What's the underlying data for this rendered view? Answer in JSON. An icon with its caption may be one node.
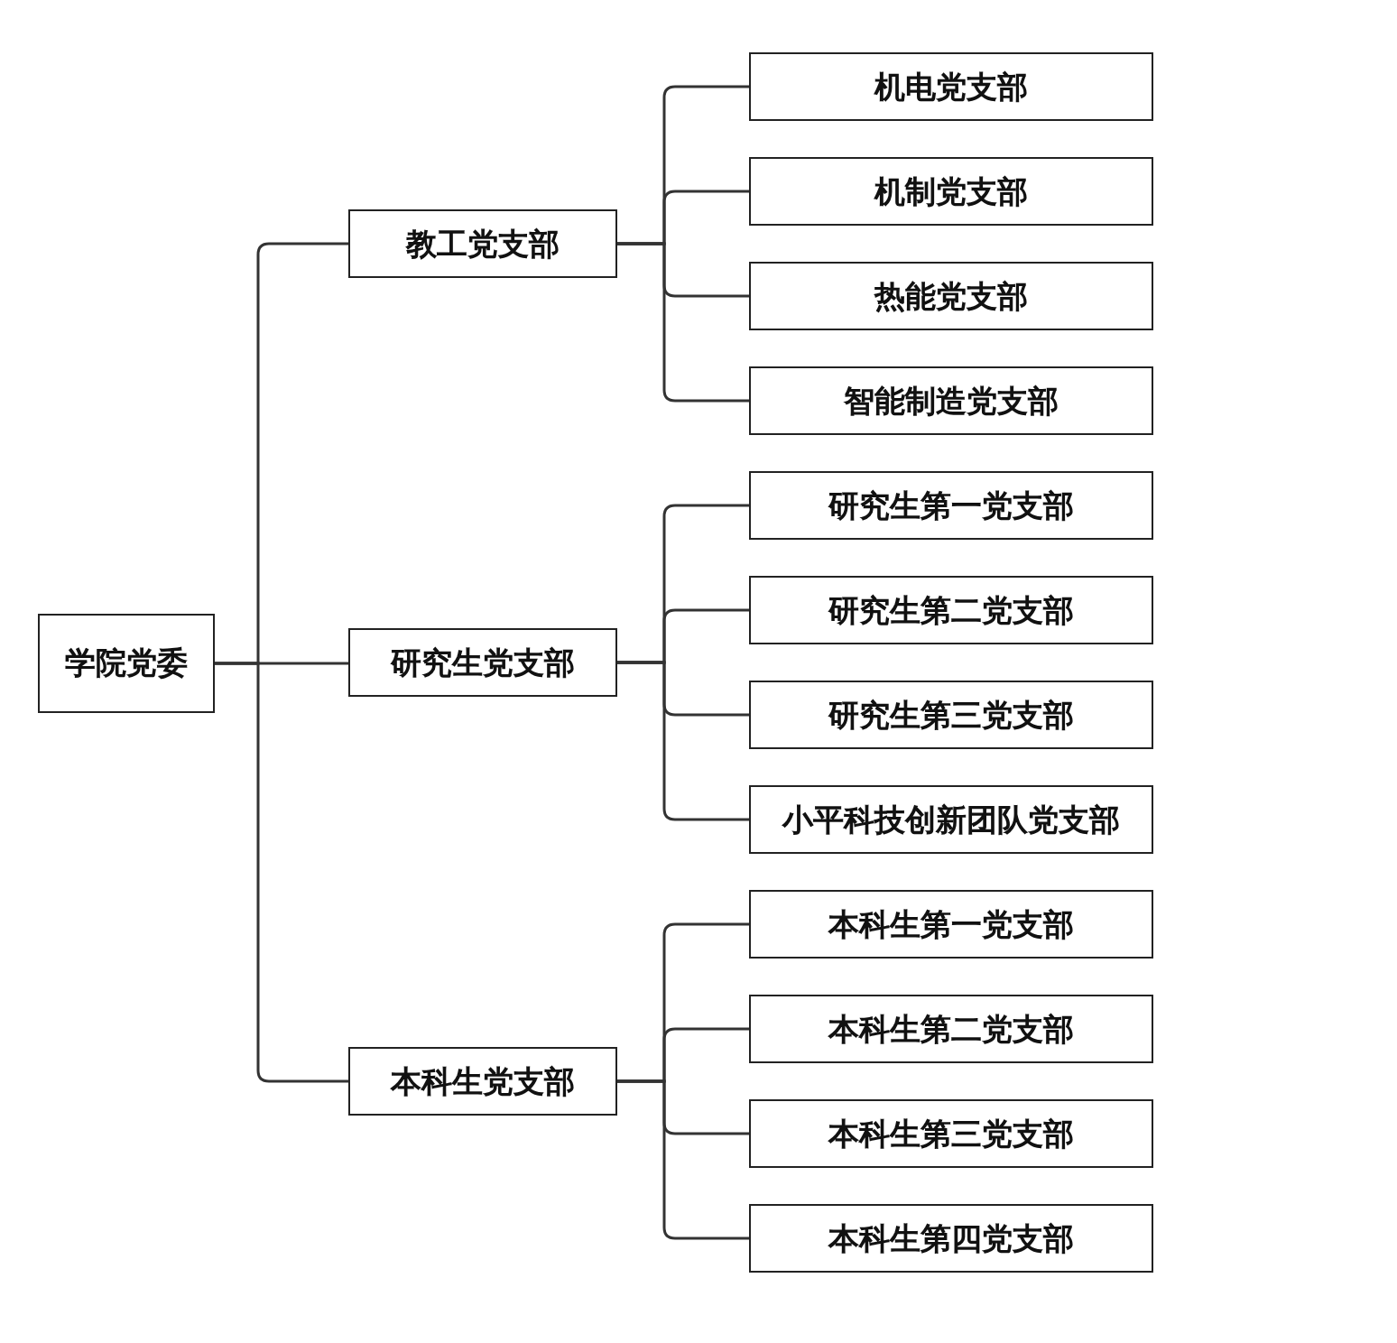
{
  "diagram": {
    "nodes": [
      {
        "text": [
          "学院党委"
        ]
      },
      {
        "text": [
          "教工党支部"
        ]
      },
      {
        "text": [
          "研究生党支部"
        ]
      },
      {
        "text": [
          "本科生党支部"
        ]
      },
      {
        "text": [
          "机电党支部"
        ]
      },
      {
        "text": [
          "机制党支部"
        ]
      },
      {
        "text": [
          "热能党支部"
        ]
      },
      {
        "text": [
          "智能制造党支部"
        ]
      },
      {
        "text": [
          "研究生第一党支部"
        ]
      },
      {
        "text": [
          "研究生第二党支部"
        ]
      },
      {
        "text": [
          "研究生第三党支部"
        ]
      },
      {
        "text": [
          "小平科技创新团队党支部"
        ]
      },
      {
        "text": [
          "本科生第一党支部"
        ]
      },
      {
        "text": [
          "本科生第二党支部"
        ]
      },
      {
        "text": [
          "本科生第三党支部"
        ]
      },
      {
        "text": [
          "本科生第四党支部"
        ]
      }
    ],
    "edges": [
      {
        "from": 0,
        "to": 1,
        "arrow": "none"
      },
      {
        "from": 0,
        "to": 2,
        "arrow": "none"
      },
      {
        "from": 0,
        "to": 3,
        "arrow": "none"
      },
      {
        "from": 1,
        "to": 4,
        "arrow": "none"
      },
      {
        "from": 1,
        "to": 5,
        "arrow": "none"
      },
      {
        "from": 1,
        "to": 6,
        "arrow": "none"
      },
      {
        "from": 1,
        "to": 7,
        "arrow": "none"
      },
      {
        "from": 2,
        "to": 8,
        "arrow": "none"
      },
      {
        "from": 2,
        "to": 9,
        "arrow": "none"
      },
      {
        "from": 2,
        "to": 10,
        "arrow": "none"
      },
      {
        "from": 2,
        "to": 11,
        "arrow": "none"
      },
      {
        "from": 3,
        "to": 12,
        "arrow": "none"
      },
      {
        "from": 3,
        "to": 13,
        "arrow": "none"
      },
      {
        "from": 3,
        "to": 14,
        "arrow": "none"
      },
      {
        "from": 3,
        "to": 15,
        "arrow": "none"
      }
    ]
  }
}
